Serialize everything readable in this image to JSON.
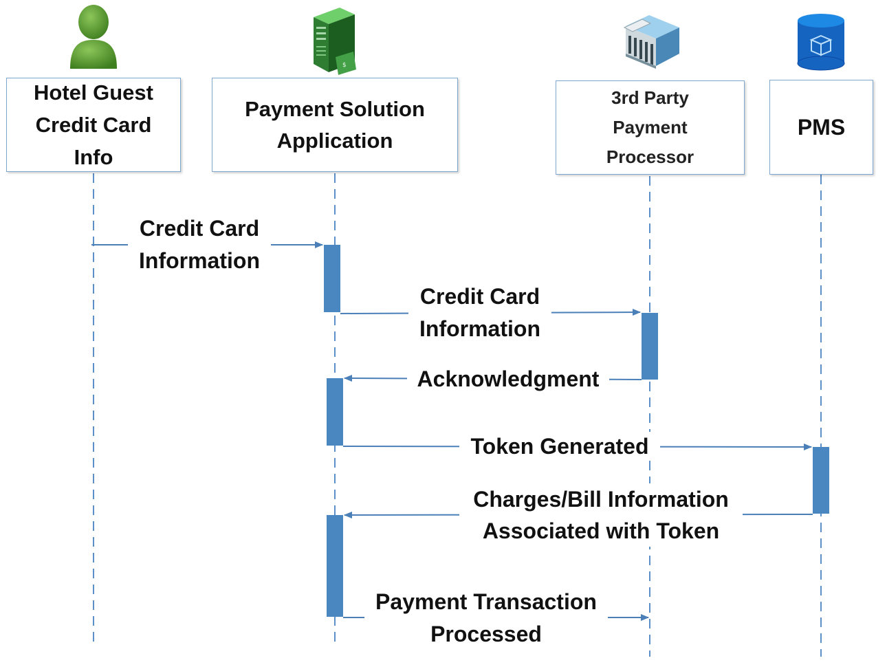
{
  "participants": [
    {
      "id": "guest",
      "label": "Hotel Guest\nCredit Card\nInfo",
      "icon": "person-icon"
    },
    {
      "id": "app",
      "label": "Payment Solution\nApplication",
      "icon": "server-icon"
    },
    {
      "id": "processor",
      "label": "3rd Party\nPayment\nProcessor",
      "icon": "bank-building-icon"
    },
    {
      "id": "pms",
      "label": "PMS",
      "icon": "database-cylinder-icon"
    }
  ],
  "messages": [
    {
      "label": "Credit Card\nInformation"
    },
    {
      "label": "Credit Card\nInformation"
    },
    {
      "label": "Acknowledgment"
    },
    {
      "label": "Token Generated"
    },
    {
      "label": "Charges/Bill Information\nAssociated with Token"
    },
    {
      "label": "Payment Transaction\nProcessed"
    }
  ],
  "colors": {
    "lifeline": "#5b8fc7",
    "activation": "#4a86c0",
    "arrow": "#4a7fb8",
    "box_border": "#7fa6cf",
    "person": "#5a9a2e",
    "server": "#2e8b3a",
    "database": "#1565c0"
  }
}
